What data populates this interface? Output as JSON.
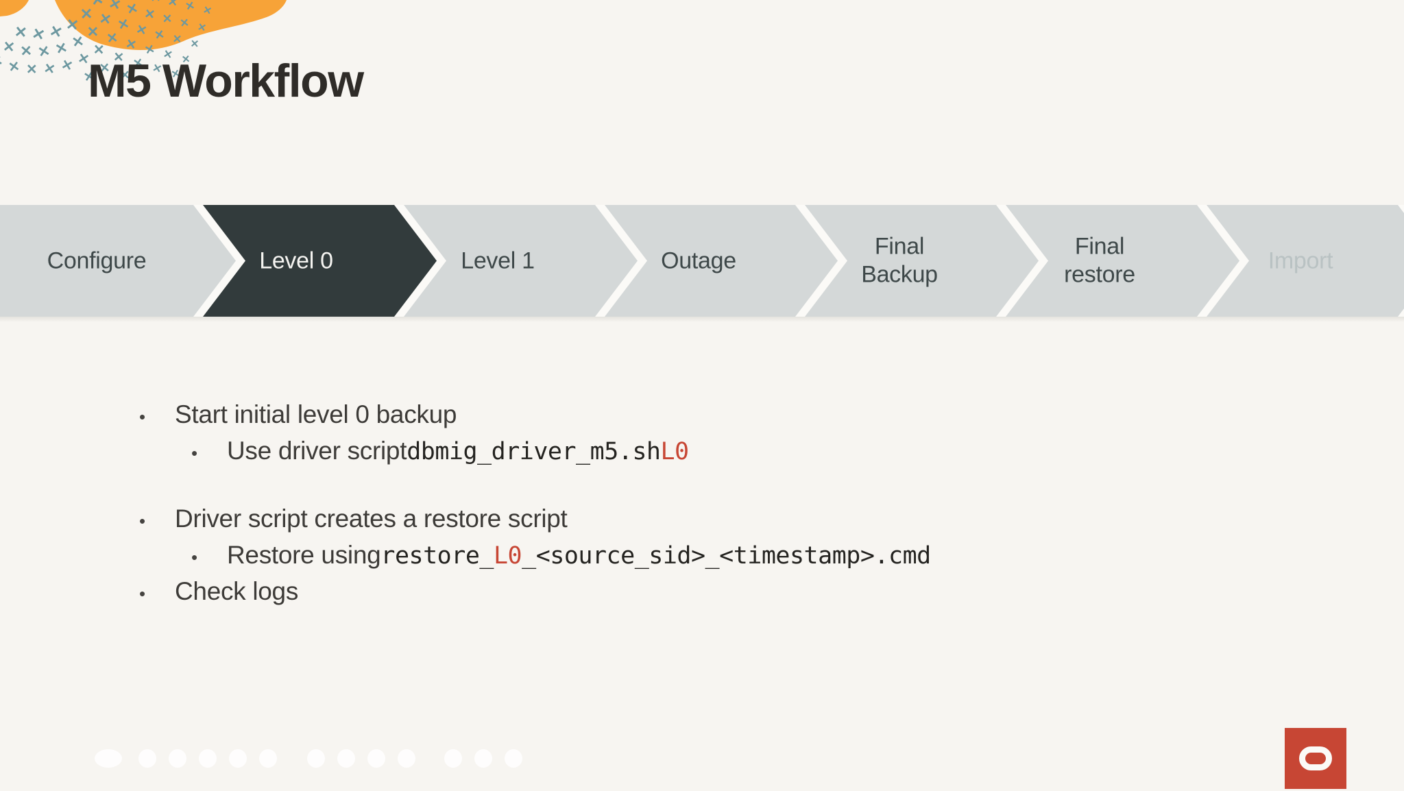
{
  "slide": {
    "title": "M5 Workflow"
  },
  "palette": {
    "background": "#f7f5f1",
    "step_fill": "#d4d8d8",
    "step_fill_active": "#323b3c",
    "step_text": "#3e4849",
    "step_text_active": "#f5f4f1",
    "step_text_disabled": "#b9c2c3",
    "accent_red": "#c74634",
    "deco_orange": "#f7a338",
    "deco_teal": "#6d98a0"
  },
  "workflow": {
    "steps": [
      {
        "label": "Configure",
        "state": "default"
      },
      {
        "label": "Level 0",
        "state": "active"
      },
      {
        "label": "Level 1",
        "state": "default"
      },
      {
        "label": "Outage",
        "state": "default"
      },
      {
        "label": "Final Backup",
        "state": "default"
      },
      {
        "label": "Final restore",
        "state": "default"
      },
      {
        "label": "Import",
        "state": "disabled"
      }
    ]
  },
  "bullets": {
    "groups": [
      {
        "items": [
          {
            "indent": 1,
            "segments": [
              {
                "style": "sans",
                "text": "Start initial level 0 backup"
              }
            ]
          },
          {
            "indent": 2,
            "segments": [
              {
                "style": "sans",
                "text": "Use driver script "
              },
              {
                "style": "mono",
                "text": "dbmig_driver_m5.sh "
              },
              {
                "style": "mono-red",
                "text": "L0"
              }
            ]
          }
        ]
      },
      {
        "items": [
          {
            "indent": 1,
            "segments": [
              {
                "style": "sans",
                "text": "Driver script creates a restore script"
              }
            ]
          },
          {
            "indent": 2,
            "segments": [
              {
                "style": "sans",
                "text": "Restore using "
              },
              {
                "style": "mono",
                "text": "restore_"
              },
              {
                "style": "mono-red",
                "text": "L0"
              },
              {
                "style": "mono",
                "text": "_<source_sid>_<timestamp>.cmd"
              }
            ]
          },
          {
            "indent": 1,
            "segments": [
              {
                "style": "sans",
                "text": "Check logs"
              }
            ]
          }
        ]
      }
    ],
    "marker": "•"
  },
  "logo": {
    "name": "oracle-logo",
    "color": "#c74634"
  }
}
